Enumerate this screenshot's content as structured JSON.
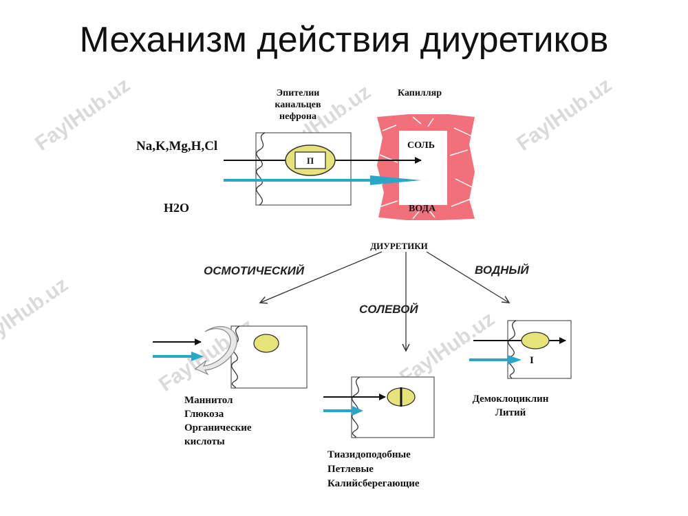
{
  "slide": {
    "title": "Механизм действия диуретиков"
  },
  "top_diagram": {
    "epithelium_label": [
      "Эпителии",
      "канальцев",
      "нефрона"
    ],
    "capillary_label": "Капилляр",
    "ions_label": "Na,K,Mg,H,Cl",
    "water_label": "H2O",
    "pump_label": "П",
    "salt_label": "СОЛЬ",
    "water_in_capillary_label": "ВОДА"
  },
  "diuretics": {
    "root_label": "ДИУРЕТИКИ",
    "branches": [
      {
        "label": "ОСМОТИЧЕСКИЙ",
        "drugs": [
          "Маннитол",
          "Глюкоза",
          "Органические",
          "кислоты"
        ]
      },
      {
        "label": "СОЛЕВОЙ",
        "drugs": [
          "Тиазидоподобные",
          "Петлевые",
          "Калийсберегающие"
        ]
      },
      {
        "label": "ВОДНЫЙ",
        "drugs": [
          "Демоклоциклин",
          "Литий"
        ]
      }
    ],
    "water_cell_mark": "I"
  },
  "watermark": "FaylHub.uz",
  "colors": {
    "capillary": "#f2707a",
    "water_arrow": "#2aa6c8",
    "cell_nucleus": "#e6e37a",
    "ink": "#111111"
  }
}
